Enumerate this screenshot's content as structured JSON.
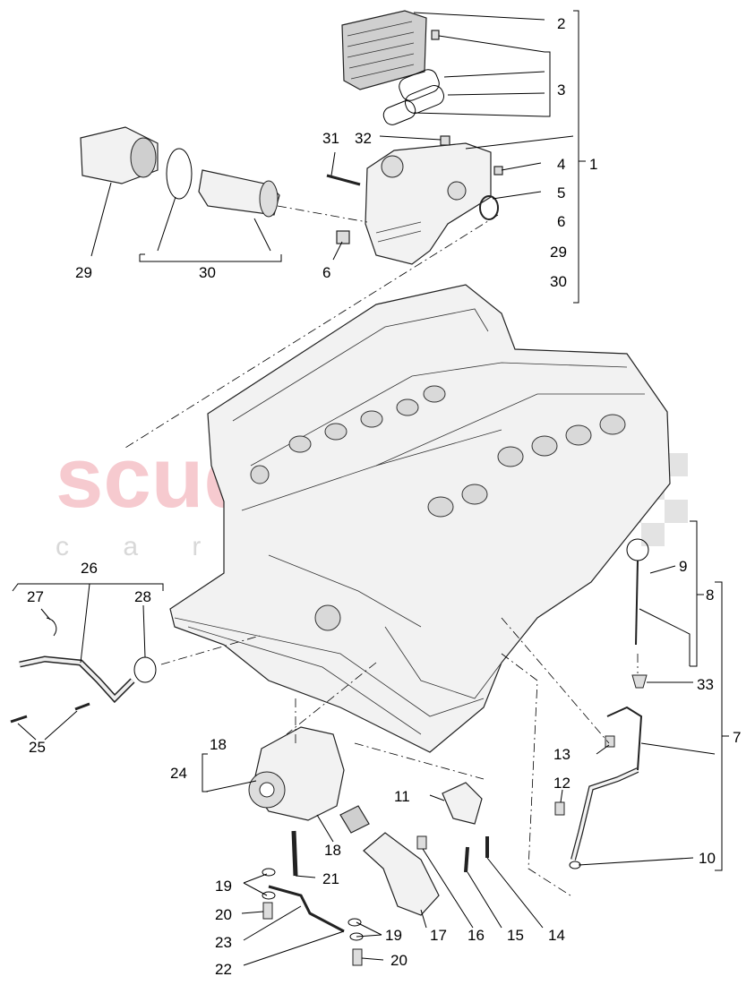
{
  "watermark": {
    "brand": "scuderia",
    "tagline": "c a r   p a r t s"
  },
  "callouts": {
    "c1": "1",
    "c2": "2",
    "c3": "3",
    "c4": "4",
    "c5": "5",
    "c6a": "6",
    "c6b": "6",
    "c7": "7",
    "c8": "8",
    "c9": "9",
    "c10": "10",
    "c11": "11",
    "c12": "12",
    "c13": "13",
    "c14": "14",
    "c15": "15",
    "c16": "16",
    "c17": "17",
    "c18a": "18",
    "c18b": "18",
    "c19a": "19",
    "c19b": "19",
    "c20a": "20",
    "c20b": "20",
    "c21": "21",
    "c22": "22",
    "c23": "23",
    "c24": "24",
    "c25": "25",
    "c26": "26",
    "c27": "27",
    "c28": "28",
    "c29a": "29",
    "c29b": "29",
    "c30a": "30",
    "c30b": "30",
    "c31": "31",
    "c32": "32",
    "c33": "33"
  }
}
